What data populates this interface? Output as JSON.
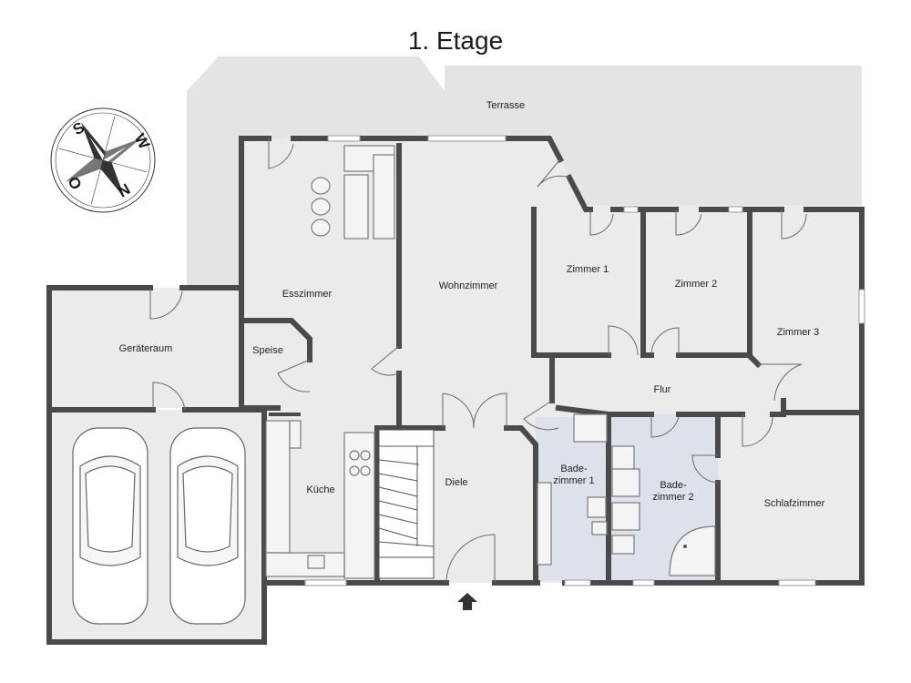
{
  "title": "1. Etage",
  "compass": {
    "letters": {
      "s": "S",
      "w": "W",
      "n": "N",
      "o": "O"
    }
  },
  "rooms": {
    "terrasse": "Terrasse",
    "esszimmer": "Esszimmer",
    "wohnzimmer": "Wohnzimmer",
    "zimmer1": "Zimmer 1",
    "zimmer2": "Zimmer 2",
    "zimmer3": "Zimmer 3",
    "geraeteraum": "Geräteraum",
    "speise": "Speise",
    "flur": "Flur",
    "kueche": "Küche",
    "diele": "Diele",
    "badezimmer1_line1": "Bade-",
    "badezimmer1_line2": "zimmer 1",
    "badezimmer2_line1": "Bade-",
    "badezimmer2_line2": "zimmer 2",
    "schlafzimmer": "Schlafzimmer"
  },
  "colors": {
    "floor": "#ebebe9",
    "terrace": "#e4e4e2",
    "bath": "#dde2ea",
    "wall": "#4a4a4a"
  }
}
